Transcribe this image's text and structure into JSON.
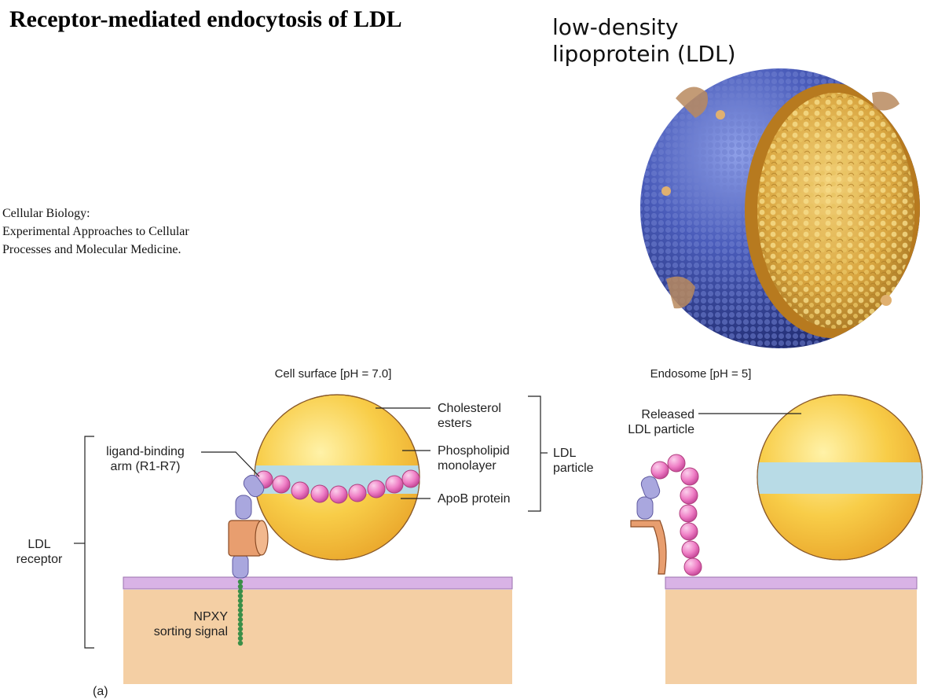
{
  "title": "Receptor-mediated endocytosis of LDL",
  "ldl_heading": [
    "low-density",
    "lipoprotein (LDL)"
  ],
  "citation": [
    "Cellular Biology:",
    "Experimental Approaches to Cellular",
    "Processes and Molecular Medicine."
  ],
  "panel_left": {
    "header": "Cell surface [pH = 7.0]",
    "labels": {
      "cholesterol": [
        "Cholesterol",
        "esters"
      ],
      "phospholipid": [
        "Phospholipid",
        "monolayer"
      ],
      "apob": "ApoB protein",
      "ldl_particle": [
        "LDL",
        "particle"
      ],
      "ligand_arm": [
        "ligand-binding",
        "arm (R1-R7)"
      ],
      "receptor": [
        "LDL",
        "receptor"
      ],
      "npxy": [
        "NPXY",
        "sorting signal"
      ]
    }
  },
  "panel_right": {
    "header": "Endosome [pH = 5]",
    "released": [
      "Released",
      "LDL particle"
    ]
  },
  "figure_label": "(a)",
  "colors": {
    "membrane": "#d9b3e6",
    "cytoplasm": "#f2c596",
    "particle": "#f7c63c",
    "band": "#b8dbe6",
    "bead": "#ef7fc6",
    "receptor_domain": "#a9a7de",
    "cylinder": "#e89e6f",
    "npxy": "#3a8f48",
    "sphere_blue": "#3d4fa8",
    "core_gold": "#d4a23b"
  }
}
